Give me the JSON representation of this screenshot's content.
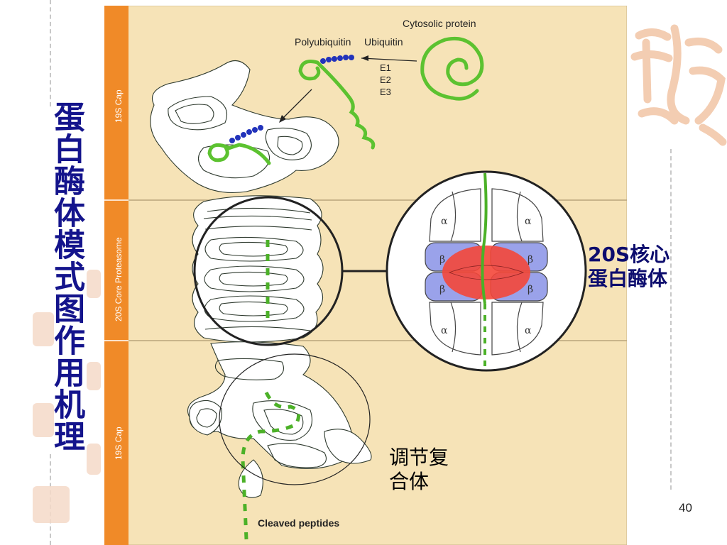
{
  "slide": {
    "title": "蛋白酶体模式图作用机理",
    "page_number": "40",
    "caption_20s": "20S核心",
    "caption_20s_line2": "蛋白酶体",
    "caption_regulatory": "调节复",
    "caption_regulatory_line2": "合体"
  },
  "figure": {
    "band_top": "19S Cap",
    "band_middle": "20S Core Proteasome",
    "band_bottom": "19S Cap",
    "label_cytosolic": "Cytosolic protein",
    "label_polyubiquitin": "Polyubiquitin",
    "label_ubiquitin": "Ubiquitin",
    "enzymes": [
      "E1",
      "E2",
      "E3"
    ],
    "label_cleaved": "Cleaved peptides",
    "alpha": "α",
    "beta": "β"
  },
  "colors": {
    "background": "#f6e3b7",
    "band": "#f08a28",
    "protein": "#5cc230",
    "ubiquitin": "#2233bb",
    "beta": "#9aa2ea",
    "core_red": "#f4473a",
    "title": "#14148c"
  }
}
